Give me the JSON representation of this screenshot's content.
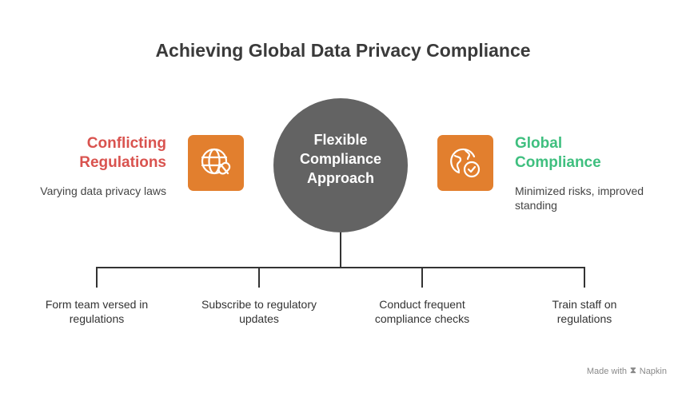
{
  "title": "Achieving Global Data Privacy Compliance",
  "center": {
    "label": "Flexible Compliance Approach"
  },
  "left": {
    "title": "Conflicting Regulations",
    "description": "Varying data privacy laws",
    "icon": "globe-unlinked-icon"
  },
  "right": {
    "title": "Global Compliance",
    "description": "Minimized risks, improved standing",
    "icon": "globe-check-icon"
  },
  "steps": [
    {
      "label": "Form team versed in regulations"
    },
    {
      "label": "Subscribe to regulatory updates"
    },
    {
      "label": "Conduct frequent compliance checks"
    },
    {
      "label": "Train staff on regulations"
    }
  ],
  "footer": {
    "made_with": "Made with",
    "brand": "Napkin"
  },
  "colors": {
    "accent_orange": "#e27f2e",
    "left_red": "#d9534f",
    "right_green": "#3fbf7f",
    "center_gray": "#636363"
  }
}
